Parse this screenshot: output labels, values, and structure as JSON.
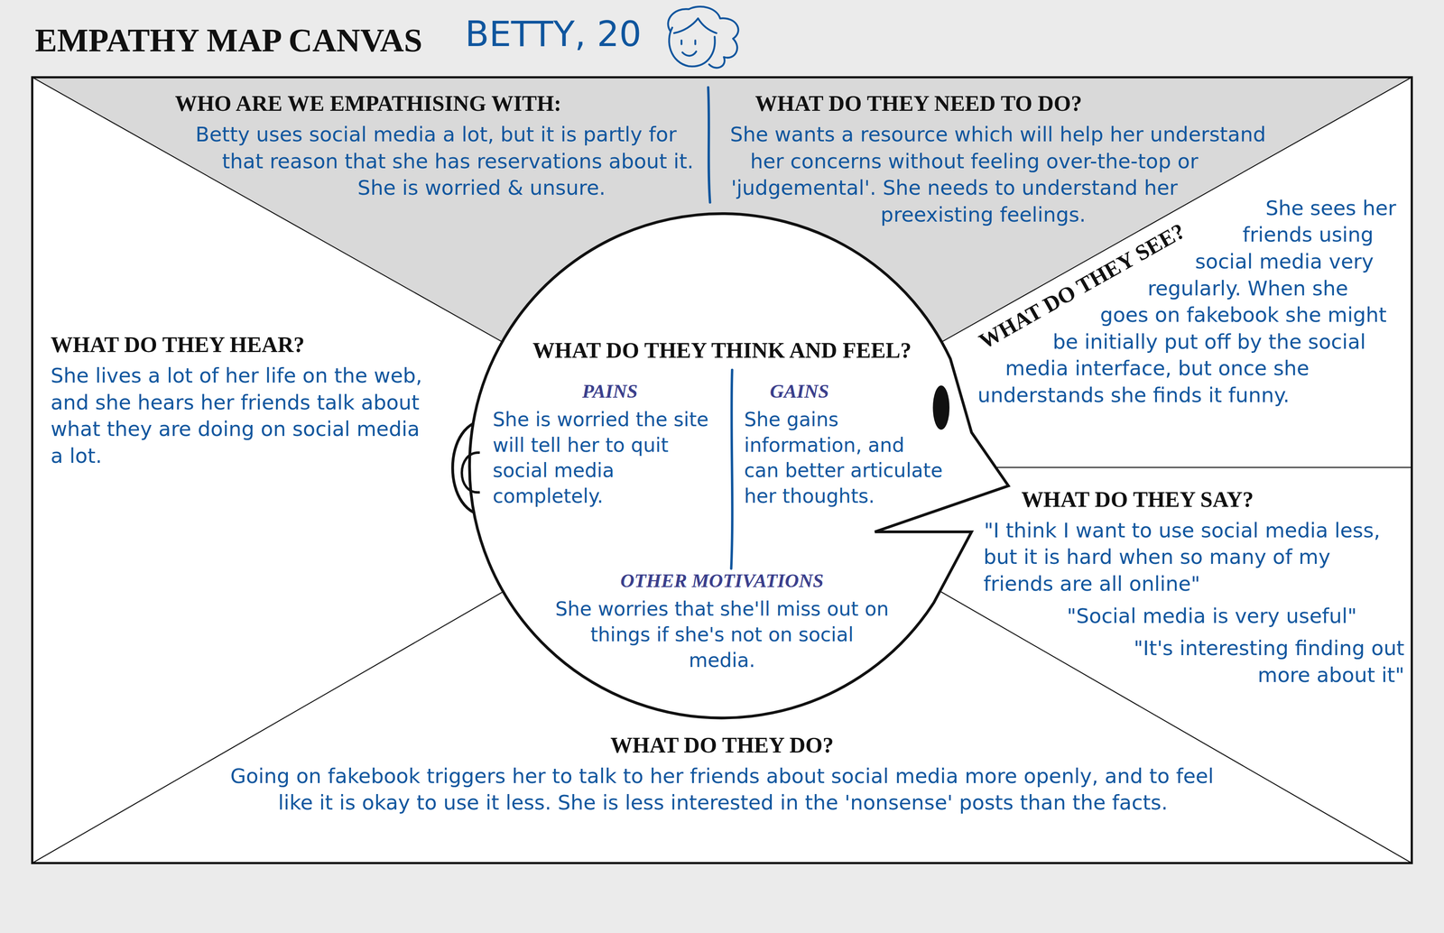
{
  "diagram": {
    "title": "EMPATHY MAP CANVAS",
    "nodes": [
      {
        "text": [
          "WHO ARE WE EMPATHISING WITH:",
          "Betty uses social media a lot, but it is partly for that reason that she has reservations about it. She is worried & unsure."
        ]
      },
      {
        "text": [
          "WHAT DO THEY NEED TO DO?",
          "She wants a resource which will help her understand her concerns without feeling over-the-top or 'judgemental'. She needs to understand her preexisting feelings."
        ]
      },
      {
        "text": [
          "WHAT DO THEY HEAR?",
          "She lives a lot of her life on the web, and she hears her friends talk about what they are doing on social media a lot."
        ]
      },
      {
        "text": [
          "WHAT DO THEY THINK AND FEEL?"
        ]
      },
      {
        "text": [
          "PAINS",
          "She is worried the site will tell her to quit social media completely."
        ],
        "in": 3
      },
      {
        "text": [
          "GAINS",
          "She gains information, and can better articulate her thoughts."
        ],
        "in": 3
      },
      {
        "text": [
          "OTHER MOTIVATIONS",
          "She worries that she'll miss out on things if she's not on social media."
        ],
        "in": 3
      },
      {
        "text": [
          "WHAT DO THEY SEE?",
          "She sees her friends using social media very regularly. When she goes on fakebook she might be initially put off by the social media interface, but once she understands she finds it funny."
        ]
      },
      {
        "text": [
          "WHAT DO THEY SAY?",
          "\"I think I want to use social media less, but it is hard when so many of my friends are all online\"",
          "\"Social media is very useful\"",
          "\"It's interesting finding out more about it\""
        ]
      },
      {
        "text": [
          "WHAT DO THEY DO?",
          "Going on fakebook triggers her to talk to her friends about social media more openly, and to feel like it is okay to use it less. She is less interested in the 'nonsense' posts than the facts."
        ]
      }
    ],
    "labels": [
      "BETTY, 20"
    ]
  }
}
